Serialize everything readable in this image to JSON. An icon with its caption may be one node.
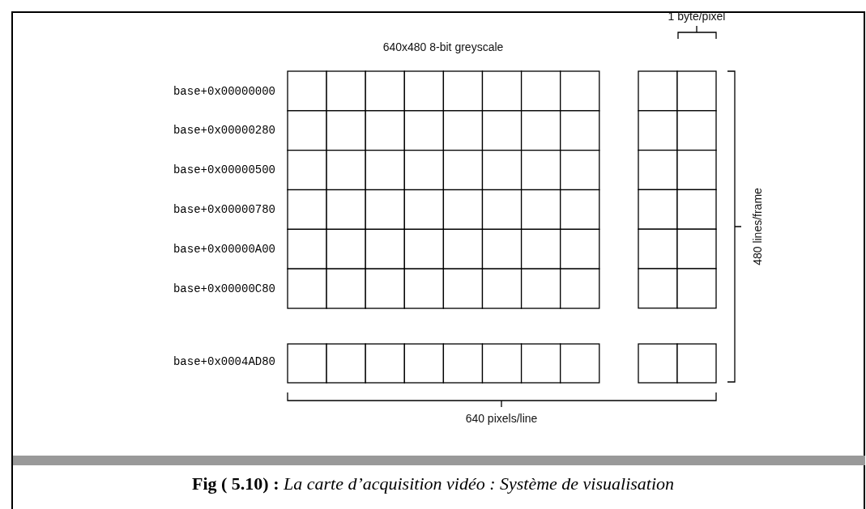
{
  "diagram": {
    "title": "640x480 8-bit greyscale",
    "caption": "**Fig ( 5.10) :** *La carte d’acquisition vidéo : Système de visualisation*",
    "labels": [
      "1 byte/pixel",
      "base+0x00000000",
      "base+0x00000280",
      "base+0x00000500",
      "base+0x00000780",
      "base+0x00000A00",
      "base+0x00000C80",
      "base+0x0004AD80",
      "480 lines/frame",
      "640 pixels/line"
    ]
  }
}
